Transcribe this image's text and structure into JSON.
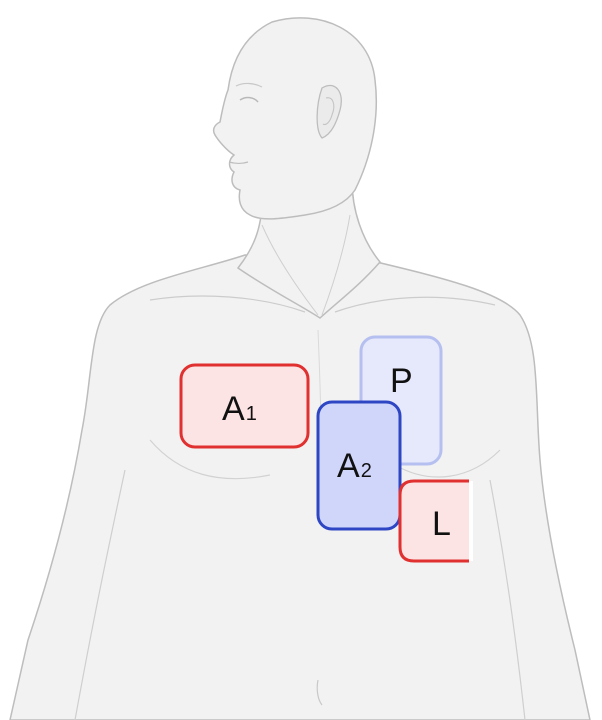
{
  "colors": {
    "background": "#ffffff",
    "skin_fill": "#f2f2f2",
    "skin_outline": "#bdbdbd",
    "skin_shadow": "#e3e3e3",
    "pad_red_stroke": "#e03030",
    "pad_red_fill": "#fde4e4",
    "pad_blue_stroke": "#2e46c4",
    "pad_blue_fill": "#cfd6fa",
    "pad_lightblue_stroke": "#b5c0f0",
    "pad_lightblue_fill": "#e6e9fb"
  },
  "pads": {
    "a1": {
      "main": "A",
      "sub": "1",
      "color": "red"
    },
    "p": {
      "main": "P",
      "sub": "",
      "color": "light-blue"
    },
    "a2": {
      "main": "A",
      "sub": "2",
      "color": "blue"
    },
    "l": {
      "main": "L",
      "sub": "",
      "color": "red"
    }
  }
}
